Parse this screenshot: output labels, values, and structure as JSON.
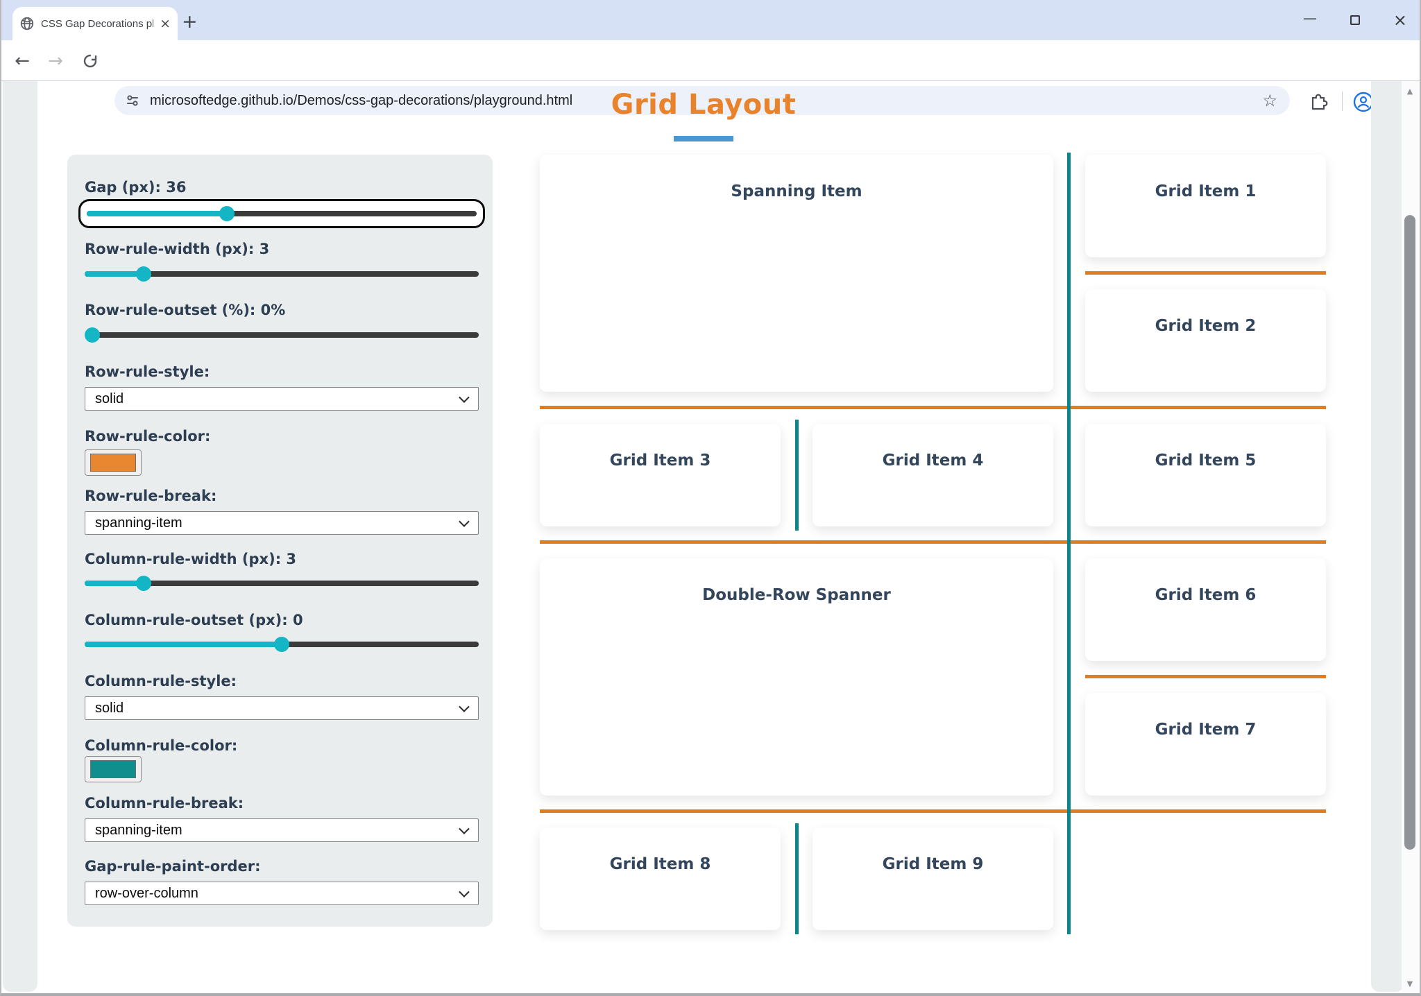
{
  "browser": {
    "tab_title": "CSS Gap Decorations playgroun",
    "url": "microsoftedge.github.io/Demos/css-gap-decorations/playground.html"
  },
  "icons": {
    "back": "←",
    "forward": "→",
    "minimize": "—",
    "close": "×",
    "tab_close": "×",
    "new_tab": "+",
    "star": "☆",
    "more": "⋮",
    "scroll_up": "▲",
    "scroll_down": "▼"
  },
  "page": {
    "title": "Grid Layout",
    "title_color": "#e8832b",
    "underline_color": "#4a96d2"
  },
  "controls": {
    "gap": {
      "label": "Gap (px): 36",
      "value": 36
    },
    "row_rule_width": {
      "label": "Row-rule-width (px): 3",
      "value": 3
    },
    "row_rule_outset": {
      "label": "Row-rule-outset (%): 0%",
      "value": 0
    },
    "row_rule_style": {
      "label": "Row-rule-style:",
      "value": "solid"
    },
    "row_rule_color": {
      "label": "Row-rule-color:",
      "color": "#e8872f"
    },
    "row_rule_break": {
      "label": "Row-rule-break:",
      "value": "spanning-item"
    },
    "column_rule_width": {
      "label": "Column-rule-width (px): 3",
      "value": 3
    },
    "column_rule_outset": {
      "label": "Column-rule-outset (px): 0",
      "value": 0
    },
    "column_rule_style": {
      "label": "Column-rule-style:",
      "value": "solid"
    },
    "column_rule_color": {
      "label": "Column-rule-color:",
      "color": "#108d8d"
    },
    "column_rule_break": {
      "label": "Column-rule-break:",
      "value": "spanning-item"
    },
    "gap_rule_paint_order": {
      "label": "Gap-rule-paint-order:",
      "value": "row-over-column"
    }
  },
  "grid": {
    "items": {
      "spanning": "Spanning Item",
      "item1": "Grid Item 1",
      "item2": "Grid Item 2",
      "item3": "Grid Item 3",
      "item4": "Grid Item 4",
      "item5": "Grid Item 5",
      "double": "Double-Row Spanner",
      "item6": "Grid Item 6",
      "item7": "Grid Item 7",
      "item8": "Grid Item 8",
      "item9": "Grid Item 9"
    },
    "rule_colors": {
      "row": "#df7e20",
      "column": "#0d8488"
    },
    "slider_accent": "#14b5c4"
  }
}
